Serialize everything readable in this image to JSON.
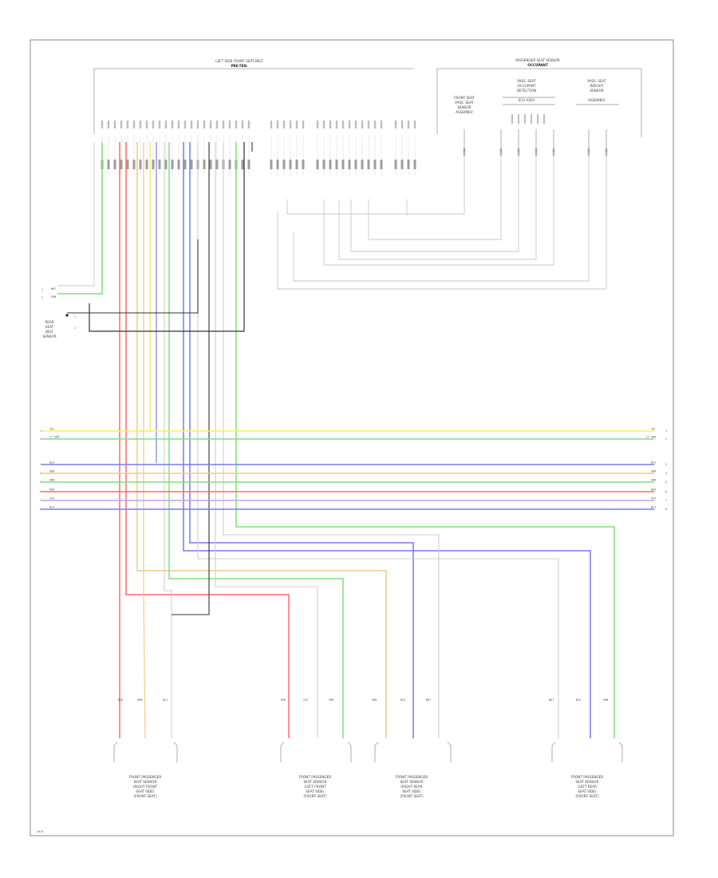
{
  "module_top_left": {
    "title": "LEFT SIDE FRONT SEAT BELT",
    "subtitle": "PRE-TEN."
  },
  "module_top_right": {
    "title": "PASSENGER SEAT SENSOR",
    "subtitle": "OCCUPANT",
    "components": [
      {
        "lines": [
          "FRONT SEAT",
          "PASS. SEAT",
          "SENSOR",
          "ASSEMBLY"
        ]
      },
      {
        "lines": [
          "PASS. SEAT",
          "OCCUPANT",
          "DETECTION",
          "ECU ASSY"
        ]
      },
      {
        "lines": [
          "PASS. SEAT",
          "WEIGHT",
          "SENSOR",
          "ASSEMBLY"
        ]
      }
    ]
  },
  "left_connector": {
    "wires": [
      "WHT",
      "GRN"
    ],
    "lines": [
      "REAR",
      "SEAT",
      "BELT",
      "SENSOR"
    ]
  },
  "bus_wires_left": [
    "YEL",
    "LT GRN",
    "BLU",
    "ORN",
    "GRN",
    "RED",
    "VIO",
    "BLU"
  ],
  "bus_wires_right": [
    "YEL",
    "LT GRN",
    "BLU",
    "ORN",
    "GRN",
    "RED",
    "VIO",
    "BLU"
  ],
  "bottom_wire_labels": {
    "group1": [
      "RED",
      "ORN",
      "BLU"
    ],
    "group2": [
      "RED",
      "VIO",
      "GRN"
    ],
    "group3": [
      "ORN",
      "BLU",
      "WHT"
    ],
    "group4": [
      "WHT",
      "BLU",
      "GRN"
    ]
  },
  "sensors": [
    {
      "lines": [
        "FRONT PASSENGER",
        "SEAT SENSOR",
        "(RIGHT FRONT",
        "SEAT SIDE)",
        "(FRONT SEAT)"
      ]
    },
    {
      "lines": [
        "FRONT PASSENGER",
        "SEAT SENSOR",
        "(LEFT FRONT",
        "SEAT SIDE)",
        "(FRONT SEAT)"
      ]
    },
    {
      "lines": [
        "FRONT PASSENGER",
        "SEAT SENSOR",
        "(RIGHT REAR",
        "SEAT SIDE)",
        "(FRONT SEAT)"
      ]
    },
    {
      "lines": [
        "FRONT PASSENGER",
        "SEAT SENSOR",
        "(LEFT REAR",
        "SEAT SIDE)",
        "(FRONT SEAT)"
      ]
    }
  ],
  "footer": "2013"
}
